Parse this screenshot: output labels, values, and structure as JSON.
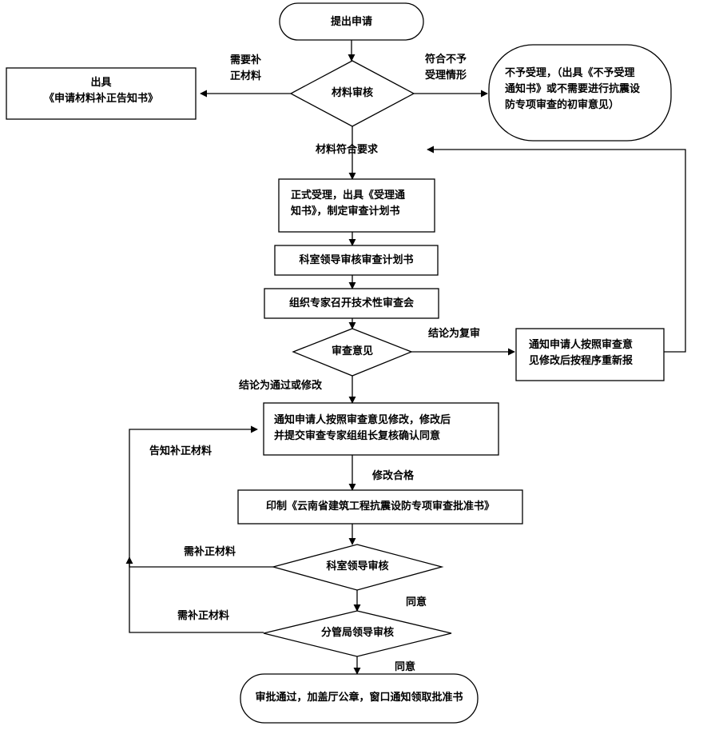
{
  "nodes": {
    "start": "提出申请",
    "review_materials": "材料审核",
    "supplement_notice": [
      "出具",
      "《申请材料补正告知书》"
    ],
    "reject": [
      "不予受理，（出具《不予受理",
      "通知书》或不需要进行抗震设",
      "防专项审查的初审意见）"
    ],
    "formal_accept": [
      "正式受理，出具《受理通",
      "知书》，制定审查计划书"
    ],
    "section_review_plan": "科室领导审核审查计划书",
    "expert_meeting": "组织专家召开技术性审查会",
    "review_opinion": "审查意见",
    "notify_resubmit": [
      "通知申请人按照审查意",
      "见修改后按程序重新报"
    ],
    "notify_modify": [
      "通知申请人按照审查意见修改，修改后",
      "并提交审查专家组组长复核确认同意"
    ],
    "print_certificate": "印制《云南省建筑工程抗震设防专项审查批准书》",
    "section_leader_review": "科室领导审核",
    "bureau_leader_review": "分管局领导审核",
    "end": "审批通过，加盖厅公章，窗口通知领取批准书"
  },
  "edge_labels": {
    "need_supplement": [
      "需要补",
      "正材料"
    ],
    "meets_reject": [
      "符合不予",
      "受理情形"
    ],
    "materials_ok": "材料符合要求",
    "conclusion_recheck": "结论为复审",
    "conclusion_pass": "结论为通过或修改",
    "notify_supplement": "告知补正材料",
    "modify_ok": "修改合格",
    "need_supp_1": "需补正材料",
    "need_supp_2": "需补正材料",
    "agree_1": "同意",
    "agree_2": "同意"
  }
}
